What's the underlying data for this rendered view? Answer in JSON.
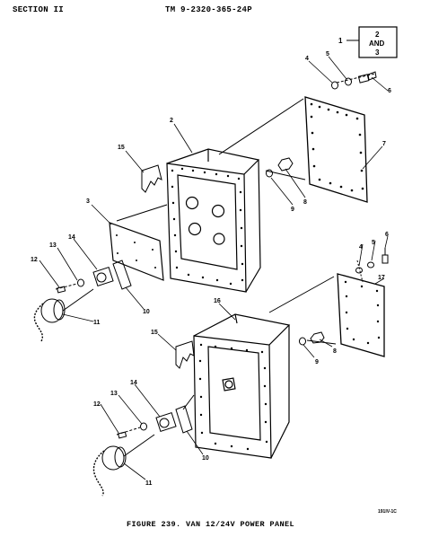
{
  "header": {
    "section": "SECTION II",
    "tm_number": "TM 9-2320-365-24P"
  },
  "ref_box": {
    "number": "1",
    "line1": "2",
    "line2": "AND",
    "line3": "3"
  },
  "callouts": {
    "c2": "2",
    "c3": "3",
    "c4a": "4",
    "c5a": "5",
    "c6a": "6",
    "c7": "7",
    "c8a": "8",
    "c9a": "9",
    "c15a": "15",
    "c12a": "12",
    "c13a": "13",
    "c14a": "14",
    "c10a": "10",
    "c11a": "11",
    "c4b": "4",
    "c5b": "5",
    "c6b": "6",
    "c17": "17",
    "c16": "16",
    "c15b": "15",
    "c9b": "9",
    "c8b": "8",
    "c12b": "12",
    "c13b": "13",
    "c14b": "14",
    "c10b": "10",
    "c11b": "11"
  },
  "drawing_code": "191IV-1C",
  "caption": "FIGURE 239.   VAN 12/24V POWER PANEL"
}
